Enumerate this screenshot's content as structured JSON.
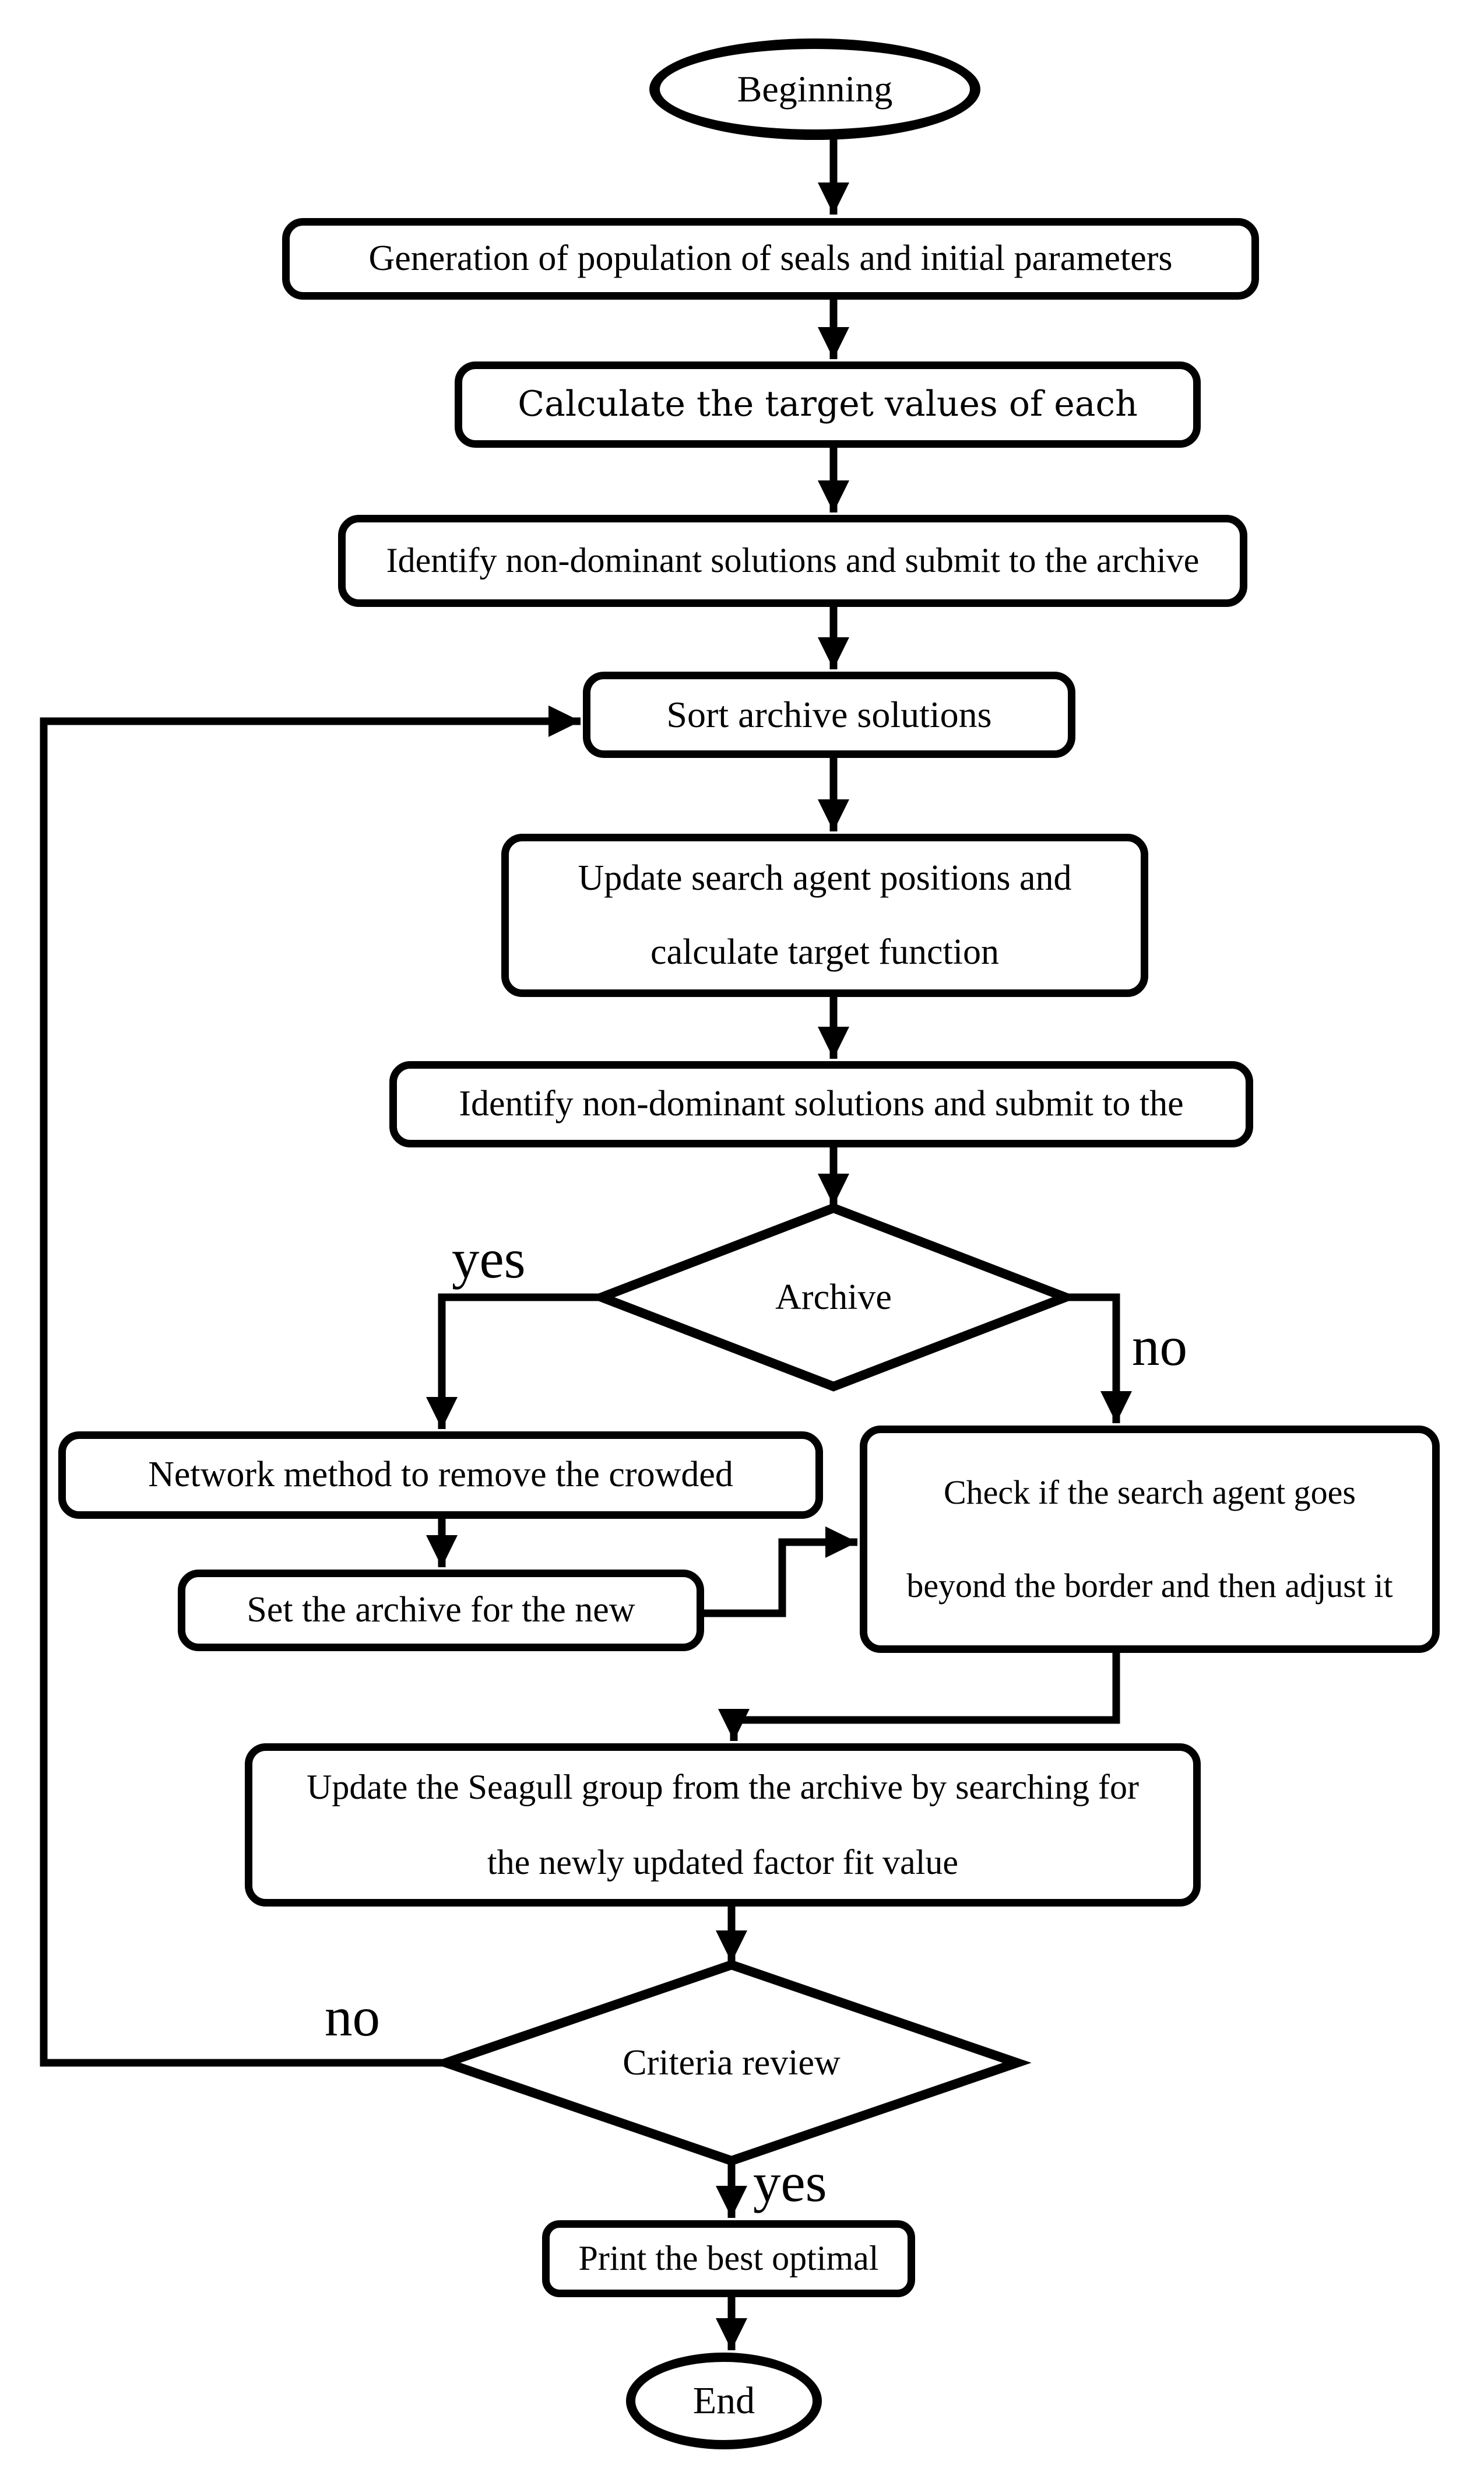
{
  "flowchart": {
    "colors": {
      "stroke": "#000000",
      "background": "#ffffff"
    },
    "nodes": {
      "beginning": {
        "label": "Beginning",
        "type": "terminator"
      },
      "generation": {
        "label": "Generation of population of seals and initial parameters",
        "type": "process"
      },
      "calculate": {
        "label": "Calculate the target values of each",
        "type": "process"
      },
      "identify1": {
        "label": "Identify non-dominant solutions and submit to the archive",
        "type": "process"
      },
      "sort": {
        "label": "Sort archive solutions",
        "type": "process"
      },
      "update_agents": {
        "line1": "Update search agent positions and",
        "line2": "calculate target function",
        "type": "process"
      },
      "identify2": {
        "label": "Identify non-dominant solutions and submit to the",
        "type": "process"
      },
      "archive_decision": {
        "label": "Archive",
        "type": "decision"
      },
      "network": {
        "label": "Network method to remove the crowded",
        "type": "process"
      },
      "set_archive": {
        "label": "Set the archive for the new",
        "type": "process"
      },
      "check_border": {
        "line1": "Check if the search agent goes",
        "line2": "beyond the border and then adjust it",
        "type": "process"
      },
      "update_seagull": {
        "line1": "Update the Seagull group from the archive by searching for",
        "line2": "the newly updated factor fit value",
        "type": "process"
      },
      "criteria": {
        "label": "Criteria review",
        "type": "decision"
      },
      "print": {
        "label": "Print the best optimal",
        "type": "process"
      },
      "end": {
        "label": "End",
        "type": "terminator"
      }
    },
    "edge_labels": {
      "archive_yes": "yes",
      "archive_no": "no",
      "criteria_no": "no",
      "criteria_yes": "yes"
    }
  }
}
